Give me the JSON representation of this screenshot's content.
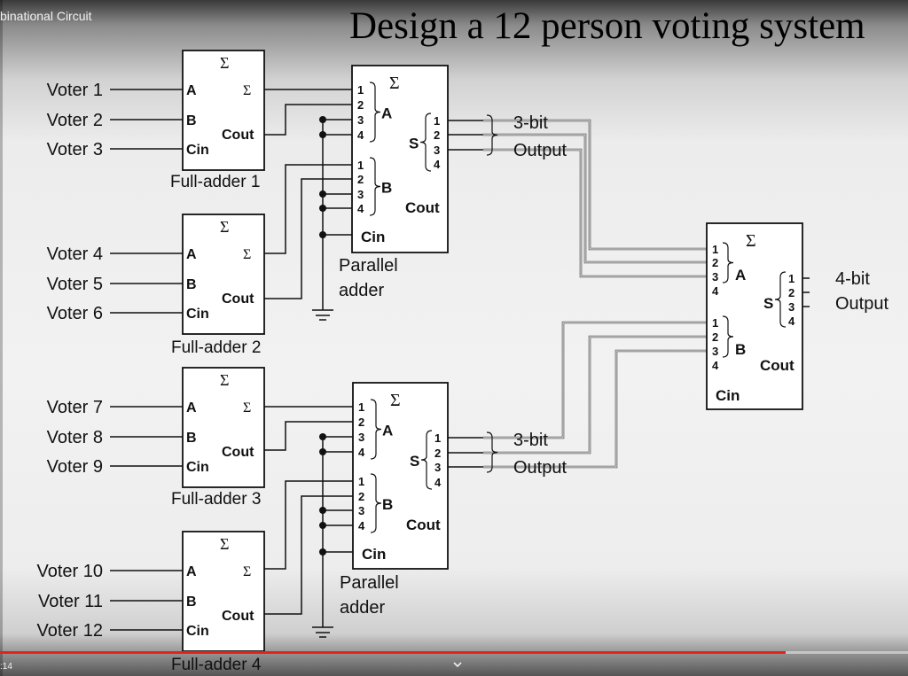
{
  "player": {
    "video_title": "binational Circuit",
    "time_text": ":14",
    "progress_pct": 86.5,
    "chevron_icon": "chevron-down-icon",
    "accent_color": "#e62117"
  },
  "slide": {
    "title": "Design a 12 person voting system",
    "sigma": "Σ",
    "ground_icon": "ground-icon",
    "voters": [
      "Voter 1",
      "Voter 2",
      "Voter 3",
      "Voter 4",
      "Voter 5",
      "Voter 6",
      "Voter 7",
      "Voter 8",
      "Voter 9",
      "Voter 10",
      "Voter 11",
      "Voter 12"
    ],
    "full_adder": {
      "pin_a": "A",
      "pin_b": "B",
      "pin_cin": "Cin",
      "pin_cout": "Cout",
      "captions": [
        "Full-adder 1",
        "Full-adder 2",
        "Full-adder 3",
        "Full-adder 4"
      ]
    },
    "parallel_adder": {
      "caption_line1": "Parallel",
      "caption_line2": "adder",
      "group_a": "A",
      "group_b": "B",
      "group_s": "S",
      "cout": "Cout",
      "cin": "Cin",
      "bits": [
        "1",
        "2",
        "3",
        "4"
      ]
    },
    "three_bit_output": {
      "line1": "3-bit",
      "line2": "Output"
    },
    "four_bit_output": {
      "line1": "4-bit",
      "line2": "Output"
    }
  }
}
